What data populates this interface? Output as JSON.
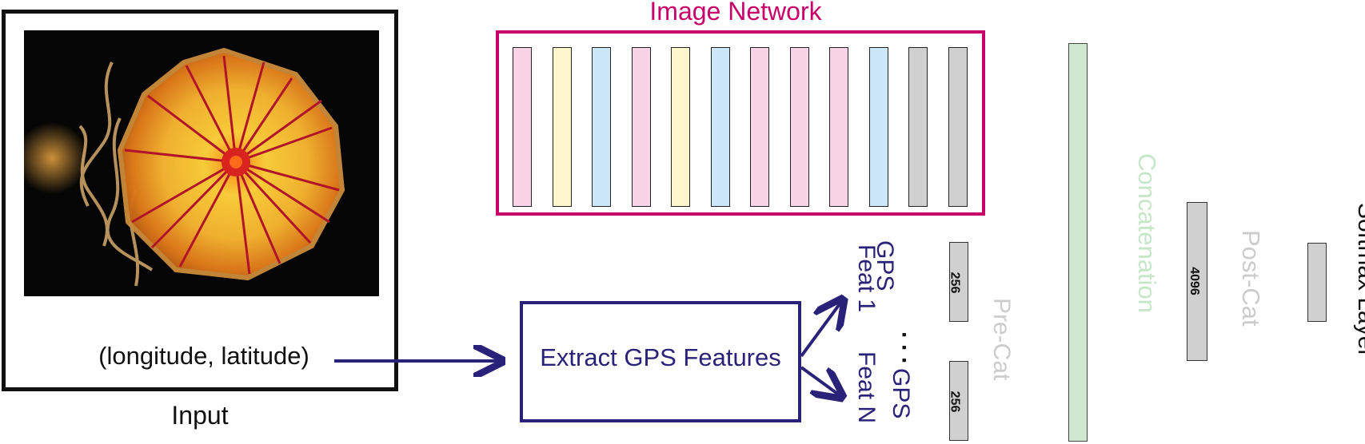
{
  "input": {
    "coords_label": "(longitude, latitude)",
    "caption": "Input"
  },
  "image_network": {
    "title": "Image Network",
    "layer_colors": [
      "#f9d3e6",
      "#fdf6cc",
      "#cce8f8",
      "#f9d3e6",
      "#fdf6cc",
      "#cce8f8",
      "#f9d3e6",
      "#f9d3e6",
      "#f9d3e6",
      "#cce8f8",
      "#d0d0d0",
      "#d0d0d0"
    ]
  },
  "gps": {
    "box_label": "Extract GPS Features",
    "feat_1_line1": "GPS",
    "feat_1_line2": "Feat 1",
    "feat_n_line1": "GPS",
    "feat_n_line2": "Feat N",
    "ellipsis": "···",
    "bar_top_label": "256",
    "bar_bottom_label": "256",
    "pre_cat_label": "Pre-Cat"
  },
  "concat": {
    "label": "Concatenation",
    "color": "#cfe8d0"
  },
  "post_cat": {
    "bar_label": "4096",
    "label": "Post-Cat"
  },
  "softmax": {
    "label": "Softmax Layer"
  },
  "colors": {
    "network": "#c8006a",
    "gps": "#2a2278",
    "muted_label": "#cccccc",
    "concat_label": "#c6e6c8"
  }
}
